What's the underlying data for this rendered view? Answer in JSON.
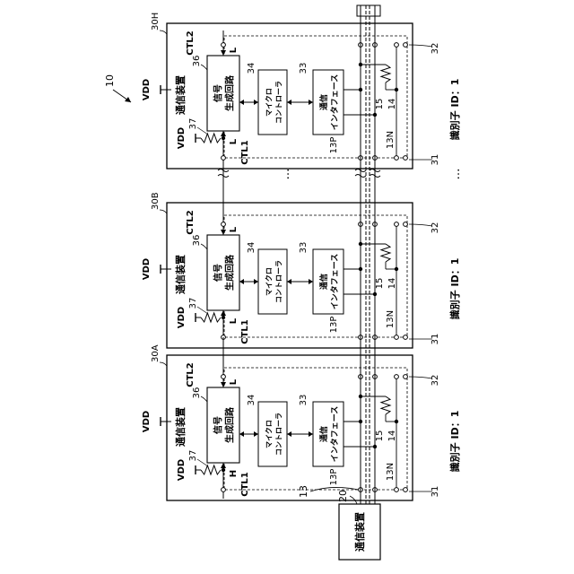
{
  "figure": {
    "system_ref": "10",
    "bus_ref": "13",
    "master": {
      "ref": "20",
      "title": "通信装置"
    },
    "ellipsis": "…",
    "devices": [
      {
        "ref": "30H",
        "title": "通信装置",
        "vdd_top": "VDD",
        "vdd_pull": "VDD",
        "pullup_ref": "37",
        "gen_ref": "36",
        "gen_label": "信号\n生成回路",
        "mcu_ref": "34",
        "mcu_label": "マイクロ\nコントローラ",
        "if_ref": "33",
        "if_label": "通信\nインタフェース",
        "ctl1": "CTL1",
        "ctl2": "CTL2",
        "level_in": "L",
        "level_out": "L",
        "term_ref": "15",
        "line14": "14",
        "p_ref": "13P",
        "n_ref": "13N",
        "conn_left": "31",
        "conn_right": "32",
        "id_label": "識別子 ID：1"
      },
      {
        "ref": "30B",
        "title": "通信装置",
        "vdd_top": "VDD",
        "vdd_pull": "VDD",
        "pullup_ref": "37",
        "gen_ref": "36",
        "gen_label": "信号\n生成回路",
        "mcu_ref": "34",
        "mcu_label": "マイクロ\nコントローラ",
        "if_ref": "33",
        "if_label": "通信\nインタフェース",
        "ctl1": "CTL1",
        "ctl2": "CTL2",
        "level_in": "L",
        "level_out": "L",
        "term_ref": "15",
        "line14": "14",
        "p_ref": "13P",
        "n_ref": "13N",
        "conn_left": "31",
        "conn_right": "32",
        "id_label": "識別子 ID：1"
      },
      {
        "ref": "30A",
        "title": "通信装置",
        "vdd_top": "VDD",
        "vdd_pull": "VDD",
        "pullup_ref": "37",
        "gen_ref": "36",
        "gen_label": "信号\n生成回路",
        "mcu_ref": "34",
        "mcu_label": "マイクロ\nコントローラ",
        "if_ref": "33",
        "if_label": "通信\nインタフェース",
        "ctl1": "CTL1",
        "ctl2": "CTL2",
        "level_in": "H",
        "level_out": "L",
        "term_ref": "15",
        "line14": "14",
        "p_ref": "13P",
        "n_ref": "13N",
        "conn_left": "31",
        "conn_right": "32",
        "id_label": "識別子 ID：1"
      }
    ]
  }
}
